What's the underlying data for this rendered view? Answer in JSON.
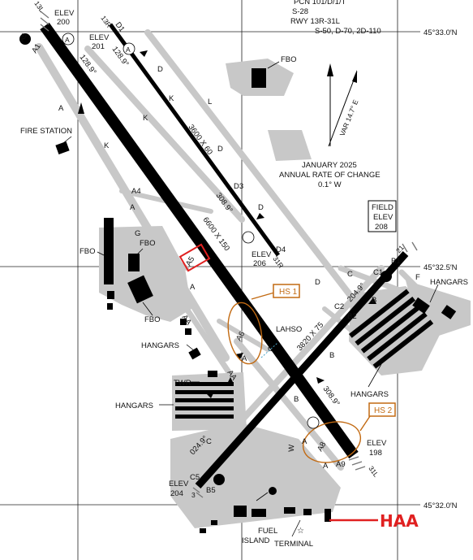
{
  "header": {
    "pcn": "PCN 101/D/1/T",
    "s28": "S-28",
    "rwy": "RWY 13R-31L",
    "strength": "S-50, D-70, 2D-110"
  },
  "coordinates": {
    "lat_top": "45°33.0′N",
    "lat_mid": "45°32.5′N",
    "lat_bottom": "45°32.0′N"
  },
  "elevations": {
    "rwy13l_label": "ELEV",
    "rwy13l_value": "200",
    "rwy13r_label": "ELEV",
    "rwy13r_value": "201",
    "rwy31r_label": "ELEV",
    "rwy31r_value": "206",
    "rwy31l_label": "ELEV",
    "rwy31l_value": "198",
    "rwy3_label": "ELEV",
    "rwy3_value": "204",
    "field_label1": "FIELD",
    "field_label2": "ELEV",
    "field_value": "208"
  },
  "runways": {
    "main_dims": "6600 X 150",
    "parallel_dims": "3600 X 60",
    "cross_dims": "3820 X 75",
    "hdg_128_a": "128.9°",
    "hdg_128_b": "128.9°",
    "hdg_308_a": "308.9°",
    "hdg_308_b": "308.9°",
    "hdg_204": "204.9°",
    "hdg_024": "024.9°",
    "end_13l": "13L",
    "end_13r": "13R",
    "end_31r": "31R",
    "end_31l": "31L",
    "end_3": "3",
    "end_21": "21"
  },
  "magvar": {
    "var": "VAR 14.7° E",
    "line1": "JANUARY 2025",
    "line2": "ANNUAL RATE OF CHANGE",
    "line3": "0.1° W"
  },
  "taxiways": {
    "A": "A",
    "A1": "A1",
    "A4": "A4",
    "A5": "A5",
    "A6": "A6",
    "A8": "A8",
    "A9": "A9",
    "AA": "AA",
    "B": "B",
    "B1": "B1",
    "B2": "B2",
    "B5": "B5",
    "C": "C",
    "C1": "C1",
    "C2": "C2",
    "C5": "C5",
    "D": "D",
    "D1": "D1",
    "D3": "D3",
    "D4": "D4",
    "F": "F",
    "G": "G",
    "K": "K",
    "L": "L",
    "W": "W"
  },
  "facilities": {
    "fbo": "FBO",
    "fire_station": "FIRE STATION",
    "hangars": "HANGARS",
    "twr": "TWR",
    "lahso": "LAHSO",
    "fuel1": "FUEL",
    "fuel2": "ISLAND",
    "terminal": "TERMINAL"
  },
  "hotspots": {
    "hs1": "HS 1",
    "hs2": "HS 2"
  },
  "annotation": {
    "text": "HAA",
    "color": "#e02020"
  },
  "colors": {
    "runway": "#000000",
    "taxiway": "#c8c8c8",
    "building": "#000000",
    "hotspot": "#c26a12",
    "highlight": "#e02020"
  }
}
